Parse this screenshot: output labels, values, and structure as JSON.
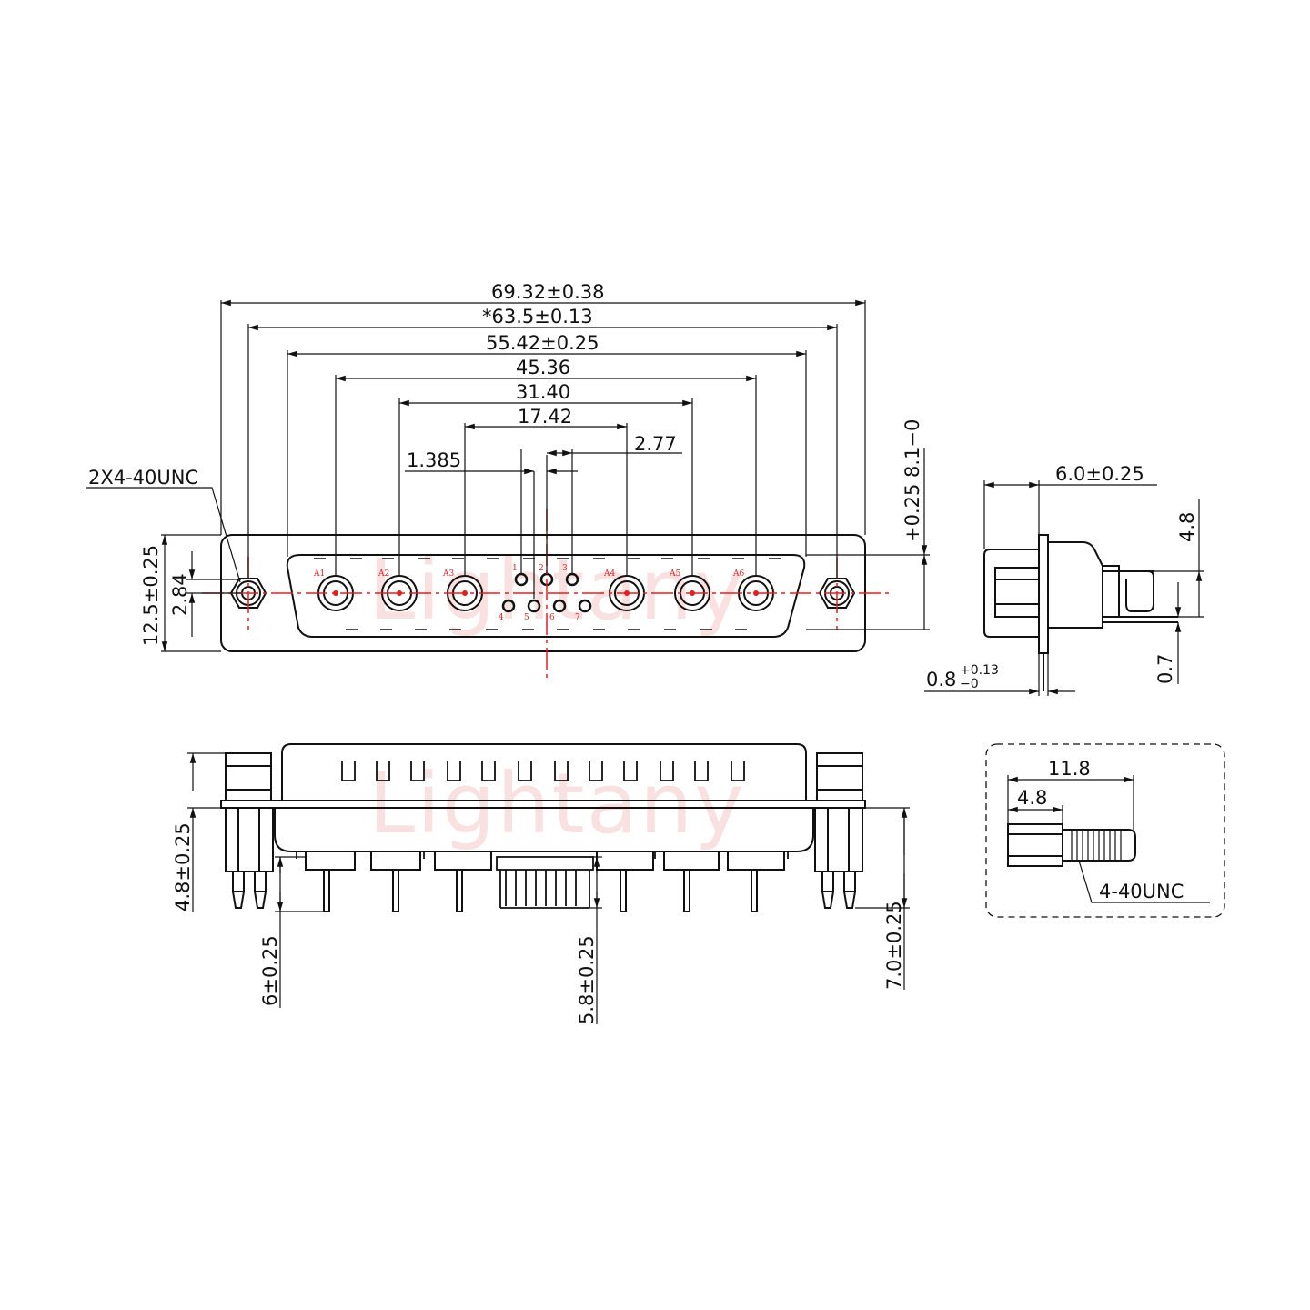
{
  "colors": {
    "line": "#111111",
    "center_line": "#e02020",
    "pin_label": "#e02020",
    "watermark": "#f7c9c9"
  },
  "watermark": {
    "text": "Lightany"
  },
  "front_view": {
    "thread_callout": "2X4-40UNC",
    "dims": {
      "overall": "69.32±0.38",
      "mount_holes": "*63.5±0.13",
      "shell": "55.42±0.25",
      "a1_a6": "45.36",
      "a2_a5": "31.40",
      "a3_a4": "17.42",
      "signal_pitch": "2.77",
      "signal_offset": "1.385",
      "height": "12.5±0.25",
      "hole_offset": "2.84",
      "shell_height": "+0.25 8.1−0"
    },
    "pin_labels": [
      "A1",
      "A2",
      "A3",
      "A4",
      "A5",
      "A6",
      "1",
      "2",
      "3",
      "4",
      "5",
      "6",
      "7"
    ]
  },
  "side_view": {
    "depth": "6.0±0.25",
    "pin_offset": "4.8",
    "pin_step": "0.7",
    "flange": "0.8",
    "flange_tol_upper": "+0.13",
    "flange_tol_lower": "−0"
  },
  "bottom_view": {
    "standoff_height": "4.8±0.25",
    "power_pin": "6±0.25",
    "signal_pin": "5.8±0.25",
    "board_lock": "7.0±0.25"
  },
  "screw_detail": {
    "length": "11.8",
    "hex_length": "4.8",
    "thread": "4-40UNC"
  }
}
